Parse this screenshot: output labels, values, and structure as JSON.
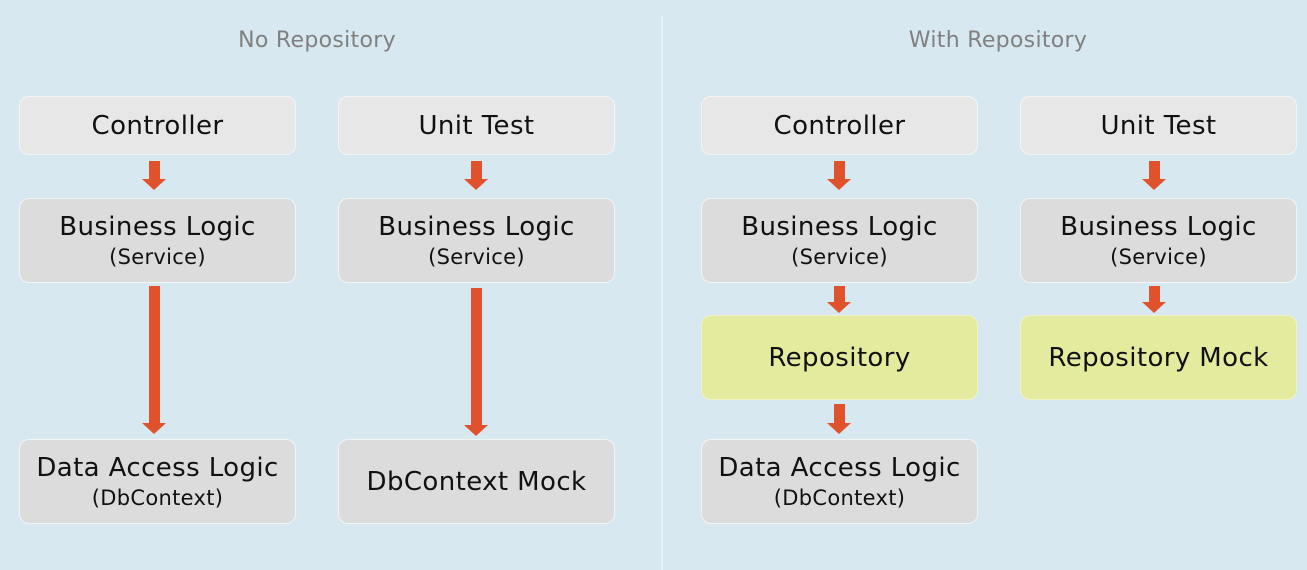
{
  "sections": {
    "left": {
      "title": "No Repository"
    },
    "right": {
      "title": "With Repository"
    }
  },
  "boxes": {
    "l_controller": {
      "main": "Controller"
    },
    "l_unittest": {
      "main": "Unit Test"
    },
    "l_bl1": {
      "main": "Business Logic",
      "sub": "(Service)"
    },
    "l_bl2": {
      "main": "Business Logic",
      "sub": "(Service)"
    },
    "l_dal": {
      "main": "Data Access Logic",
      "sub": "(DbContext)"
    },
    "l_dbmock": {
      "main": "DbContext Mock"
    },
    "r_controller": {
      "main": "Controller"
    },
    "r_unittest": {
      "main": "Unit Test"
    },
    "r_bl1": {
      "main": "Business Logic",
      "sub": "(Service)"
    },
    "r_bl2": {
      "main": "Business Logic",
      "sub": "(Service)"
    },
    "r_repo": {
      "main": "Repository"
    },
    "r_repomock": {
      "main": "Repository Mock"
    },
    "r_dal": {
      "main": "Data Access Logic",
      "sub": "(DbContext)"
    }
  },
  "colors": {
    "background": "#d7e8f0",
    "arrow": "#e0522b",
    "repository_box": "#e4eb9e",
    "gray_box": "#dcdcdc",
    "title_text": "#808080"
  }
}
